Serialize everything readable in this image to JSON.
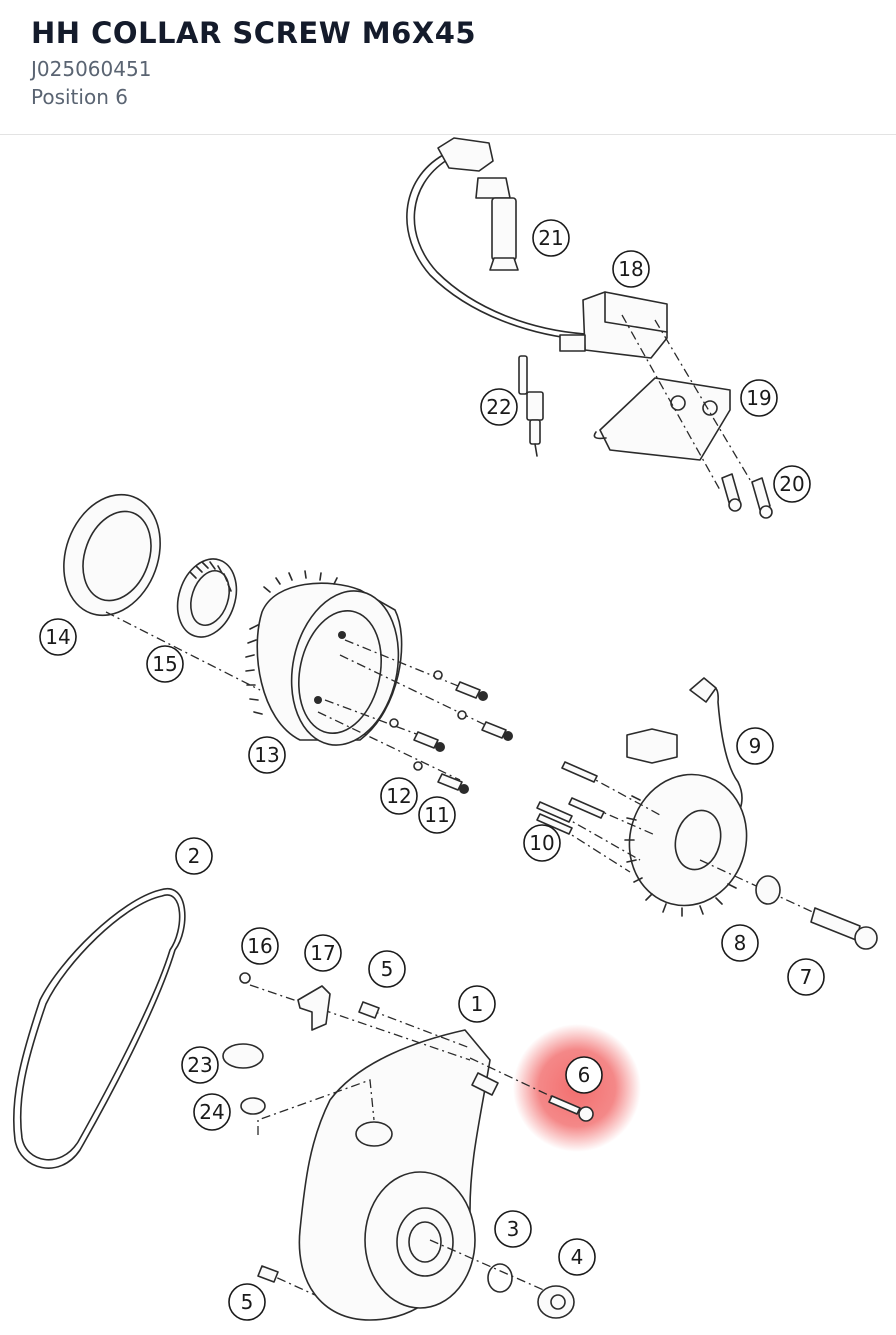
{
  "part": {
    "title": "HH COLLAR SCREW M6X45",
    "number": "J025060451",
    "position": "Position 6"
  },
  "diagram": {
    "highlight_color": "#f05555",
    "highlighted_callout": "6",
    "callouts": [
      {
        "id": "c21",
        "label": "21"
      },
      {
        "id": "c18",
        "label": "18"
      },
      {
        "id": "c22",
        "label": "22"
      },
      {
        "id": "c19",
        "label": "19"
      },
      {
        "id": "c20",
        "label": "20"
      },
      {
        "id": "c14",
        "label": "14"
      },
      {
        "id": "c15",
        "label": "15"
      },
      {
        "id": "c13",
        "label": "13"
      },
      {
        "id": "c12",
        "label": "12"
      },
      {
        "id": "c11",
        "label": "11"
      },
      {
        "id": "c9",
        "label": "9"
      },
      {
        "id": "c10",
        "label": "10"
      },
      {
        "id": "c8",
        "label": "8"
      },
      {
        "id": "c7",
        "label": "7"
      },
      {
        "id": "c2",
        "label": "2"
      },
      {
        "id": "c16",
        "label": "16"
      },
      {
        "id": "c17",
        "label": "17"
      },
      {
        "id": "c5a",
        "label": "5"
      },
      {
        "id": "c1",
        "label": "1"
      },
      {
        "id": "c6",
        "label": "6"
      },
      {
        "id": "c23",
        "label": "23"
      },
      {
        "id": "c24",
        "label": "24"
      },
      {
        "id": "c3",
        "label": "3"
      },
      {
        "id": "c4",
        "label": "4"
      },
      {
        "id": "c5b",
        "label": "5"
      }
    ]
  }
}
